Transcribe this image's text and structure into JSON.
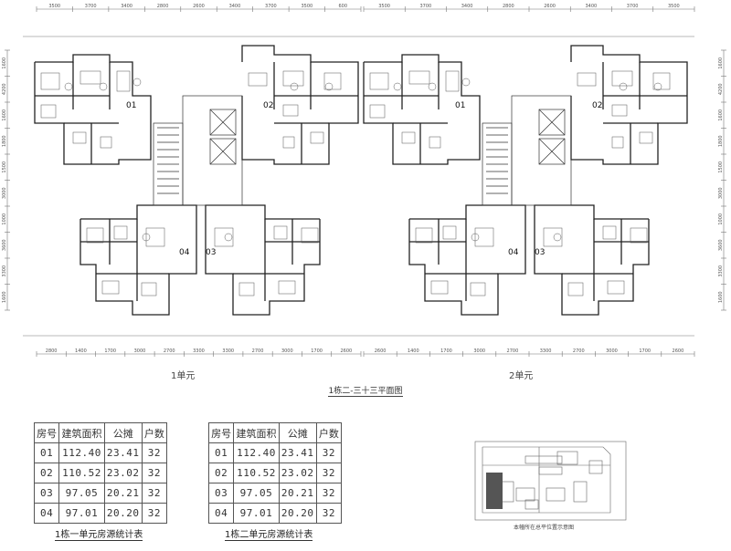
{
  "dims_top_1": [
    "3500",
    "3700",
    "3400",
    "2800",
    "2600",
    "3400",
    "3700",
    "3500",
    "600"
  ],
  "dims_top_2": [
    "3500",
    "3700",
    "3400",
    "2800",
    "2600",
    "3400",
    "3700",
    "3500"
  ],
  "dims_left": [
    "1600",
    "4200",
    "1600",
    "1800",
    "1500",
    "3000",
    "1000",
    "3600",
    "3300",
    "1600"
  ],
  "dims_right": [
    "1600",
    "4200",
    "1600",
    "1800",
    "1500",
    "3000",
    "1000",
    "3600",
    "3300",
    "1600"
  ],
  "dims_bottom_1": [
    "2800",
    "1400",
    "1700",
    "3000",
    "2700",
    "3300",
    "3300",
    "2700",
    "3000",
    "1700",
    "2600"
  ],
  "dims_bottom_2": [
    "2600",
    "1400",
    "1700",
    "3000",
    "2700",
    "3300",
    "2700",
    "3000",
    "1700",
    "2600"
  ],
  "units": {
    "unit1": {
      "label": "1单元",
      "rooms": [
        "01",
        "02",
        "04",
        "03"
      ]
    },
    "unit2": {
      "label": "2单元",
      "rooms": [
        "01",
        "02",
        "04",
        "03"
      ]
    }
  },
  "plan_title": "1栋二-三十三平面图",
  "tables": [
    {
      "headers": [
        "房号",
        "建筑面积",
        "公摊",
        "户数"
      ],
      "rows": [
        [
          "01",
          "112.40",
          "23.41",
          "32"
        ],
        [
          "02",
          "110.52",
          "23.02",
          "32"
        ],
        [
          "03",
          "97.05",
          "20.21",
          "32"
        ],
        [
          "04",
          "97.01",
          "20.20",
          "32"
        ]
      ],
      "caption": "1栋一单元房源统计表"
    },
    {
      "headers": [
        "房号",
        "建筑面积",
        "公摊",
        "户数"
      ],
      "rows": [
        [
          "01",
          "112.40",
          "23.41",
          "32"
        ],
        [
          "02",
          "110.52",
          "23.02",
          "32"
        ],
        [
          "03",
          "97.05",
          "20.21",
          "32"
        ],
        [
          "04",
          "97.01",
          "20.20",
          "32"
        ]
      ],
      "caption": "1栋二单元房源统计表"
    }
  ],
  "site_plan_caption": "本幢所在总平位置示意图"
}
